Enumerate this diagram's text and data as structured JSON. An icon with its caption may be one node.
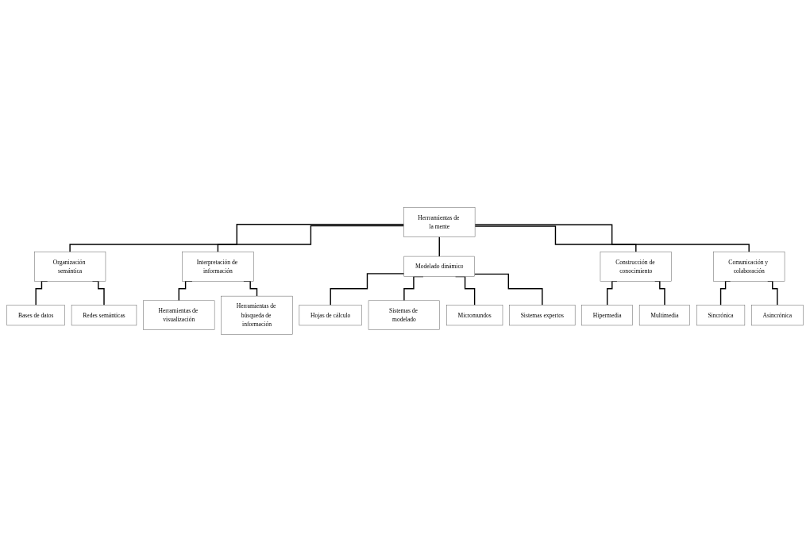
{
  "diagram": {
    "nodes": [
      {
        "text": [
          "Herrramientas de la mente"
        ]
      },
      {
        "text": [
          "Organización semántica"
        ]
      },
      {
        "text": [
          "Interpretación de información"
        ]
      },
      {
        "text": [
          "Modelado dinámico"
        ]
      },
      {
        "text": [
          "Construcción de conocimiento"
        ]
      },
      {
        "text": [
          "Comunicación y colaboración"
        ]
      },
      {
        "text": [
          "Bases de datos"
        ]
      },
      {
        "text": [
          "Redes semánticas"
        ]
      },
      {
        "text": [
          "Herramientas de visualización"
        ]
      },
      {
        "text": [
          "Herramientas de búsqueda de información"
        ]
      },
      {
        "text": [
          "Hojas de cálculo"
        ]
      },
      {
        "text": [
          "Sistemas de modelado"
        ]
      },
      {
        "text": [
          "Micromundos"
        ]
      },
      {
        "text": [
          "Sistemas expertos"
        ]
      },
      {
        "text": [
          "Hipermedia"
        ]
      },
      {
        "text": [
          "Multimedia"
        ]
      },
      {
        "text": [
          "Sincrónica"
        ]
      },
      {
        "text": [
          "Asincrónica"
        ]
      }
    ],
    "edges": [
      {
        "from": 0,
        "to": 1,
        "arrow": "none"
      },
      {
        "from": 0,
        "to": 2,
        "arrow": "none"
      },
      {
        "from": 0,
        "to": 3,
        "arrow": "none"
      },
      {
        "from": 0,
        "to": 4,
        "arrow": "none"
      },
      {
        "from": 0,
        "to": 5,
        "arrow": "none"
      },
      {
        "from": 1,
        "to": 6,
        "arrow": "none"
      },
      {
        "from": 1,
        "to": 7,
        "arrow": "none"
      },
      {
        "from": 2,
        "to": 8,
        "arrow": "none"
      },
      {
        "from": 2,
        "to": 9,
        "arrow": "none"
      },
      {
        "from": 3,
        "to": 10,
        "arrow": "none"
      },
      {
        "from": 3,
        "to": 11,
        "arrow": "none"
      },
      {
        "from": 3,
        "to": 12,
        "arrow": "none"
      },
      {
        "from": 3,
        "to": 13,
        "arrow": "none"
      },
      {
        "from": 4,
        "to": 14,
        "arrow": "none"
      },
      {
        "from": 4,
        "to": 15,
        "arrow": "none"
      },
      {
        "from": 5,
        "to": 16,
        "arrow": "none"
      },
      {
        "from": 5,
        "to": 17,
        "arrow": "none"
      }
    ]
  }
}
